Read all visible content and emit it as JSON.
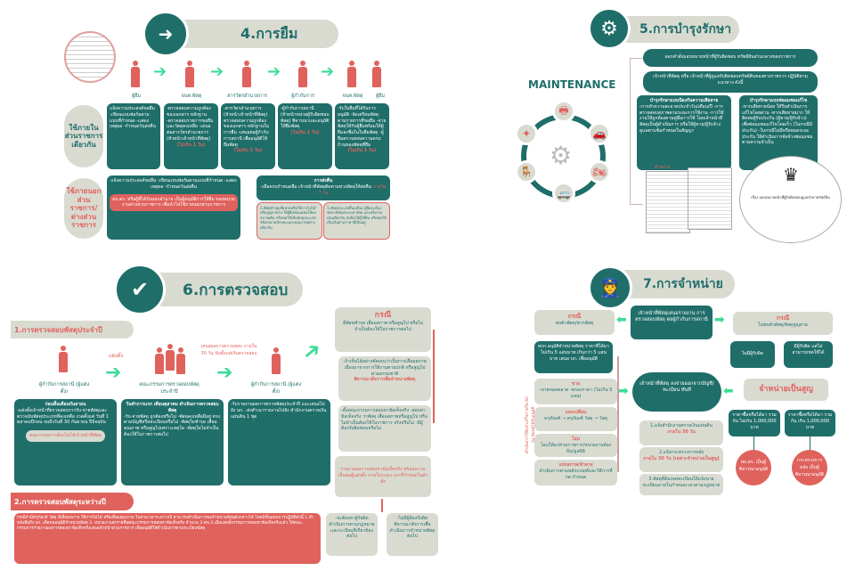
{
  "panel4": {
    "title": "4.การยืม",
    "icon": "hand-arrow-icon",
    "roles": [
      "ผู้ยืม",
      "จนท.พัสดุ",
      "สารวัตรอำนวยการ",
      "ผู้กำกับการ",
      "จนท.พัสดุ",
      "ผู้ยืม"
    ],
    "internal_label": "ใช้ภายในส่วนราชการเดียวกัน",
    "external_label": "ใช้ภายนอกส่วนราชการ/ต่างส่วนราชการ",
    "steps": [
      {
        "text": "แจ้งความประสงค์ขอยืม -เขียนแบบฟอร์มตามแบบที่กำหนด -แสดงเหตุผล -กำหนดวันส่งคืน",
        "time": ""
      },
      {
        "text": "-ตรวจสอบความถูกต้องของเอกสาร หลักฐาน -ตรวจสอบรายการขอยืมและวัสดุคงเหลือ -เสนอต่อสารวัตรอำนวยการ (หัวหน้าเจ้าหน้าที่พัสดุ)",
        "time": "(ไม่เกิน 1 วัน)"
      },
      {
        "text": "-สารวัตรอำนวยการ (หัวหน้าเจ้าหน้าที่พัสดุ) ตรวจสอบความถูกต้องของเอกสาร หลักฐานในการยืม -เสนอต่อผู้กำกับการสถานี เพื่ออนุมัติให้ยืมพัสดุ",
        "time": "(ไม่เกิน 1 วัน)"
      },
      {
        "text": "-ผู้กำกับการสถานี (หัวหน้าหน่วยผู้รับผิดชอบพัสดุ) พิจารณาและอนุมัติให้ยืมพัสดุ",
        "time": "(ไม่เกิน 1 วัน)"
      },
      {
        "text": "-รับใบยืมที่ได้รับการอนุมัติ -จัดเตรียมพัสดุตามรายการที่ขอยืม -จ่ายพัสดุให้กับผู้ยืมพร้อมให้ผู้ยืมลงชื่อในใบยืมพัสดุ -ผู้ยืมตรวจสอบความครบถ้วนของพัสดุที่ยืม",
        "time": "(ไม่เกิน 1 วัน)"
      }
    ],
    "external_box": "แจ้งความประสงค์ขอยืม -เขียนแบบฟอร์มตามแบบที่กำหนด -แสดงเหตุผล -กำหนดวันส่งคืน",
    "external_note": "ผบ.ตร. หรือผู้ที่ได้รับมอบอำนาจ เป็นผู้อนุมัติการให้ยืม ของหน่วยงานต่างส่วนราชการ เพื่อนำไปใช้ภายนอกส่วนราชการ",
    "return_title": "การส่งคืน",
    "return_text": "-เมื่อครบกำหนดยืม เจ้าหน้าที่พัสดุติดตามทวงพัสดุให้ส่งคืน",
    "return_time": "ภายใน 7 วัน",
    "return_cases": [
      "1.พัสดุชำรุดเสียหายหรือใช้การไม่ได้ หรือสูญหายไป ให้ผู้ยืมซ่อมแซมให้คงสภาพเดิม หรือชดใช้เป็นพัสดุประเภทชนิดขนาดลักษณะและคุณภาพอย่างเดียวกัน",
      "1.พัสดุประเภทสิ้นเปลือง ผู้ยืมจะต้องจัดหาพัสดุประเภท ชนิด และปริมาณเช่นเดียวกัน ส่งคืนให้ผู้ให้ยืม หรือชดใช้เป็นเงินตามราคาที่เป็นอยู่"
    ]
  },
  "panel5": {
    "title": "5.การบำรุงรักษา",
    "icon": "gears-wrench-icon",
    "maintenance_label": "MAINTENANCE",
    "order": "ออกคำสั่งมอบหมายหน้าที่ผู้รับผิดชอบ ทรัพย์สินส่วนกลางของราชการ",
    "officer": "เจ้าหน้าที่พัสดุ หรือ เจ้าหน้าที่ผู้ดูแลรับผิดชอบทรัพย์สินของทางราชการ ปฏิบัติตามแนวทาง ดังนี้",
    "preventive_title": "บำรุงรักษาแบบป้องกันความเสียหาย",
    "preventive": "-การทำความสะอาดประจำวัน/เดือน/ปี -การตรวจสอบสภาพตามระยะการใช้งาน -การใช้งานให้ถูกต้องตามคู่มือการใช้ โดยเจ้าหน้าที่พัสดุเป็นผู้ดำเนินการ หรือให้ผู้ขาย/ผู้รับจ้าง ดูแลตามข้อกำหนดในสัญญา",
    "repair_title": "บำรุงรักษาแบบซ่อมแซมแก้ไข",
    "repair": "-หากเสียหายน้อย ให้รีบดำเนินการแก้ไขโดยด่วน -หากเสียหายมาก ให้ติดต่อผู้รับประกัน (ผู้ขาย/ผู้รับจ้าง) เพื่อซ่อมแซมแก้ไขโดยเร็ว (ในกรณีมีประกัน) -ในกรณีไม่มีหรือหมดระยะประกัน ให้ดำเนินการจัดจ้างซ่อมแซม ตามความจำเป็น",
    "example_label": "ตัวอย่าง",
    "doc_title": "เรื่อง มอบหมายหน้าที่ผู้รับผิดชอบดูแลรักษาทรัพย์สิน"
  },
  "panel6": {
    "title": "6.การตรวจสอบ",
    "icon": "document-check-icon",
    "section1": "1.การตรวจสอบพัสดุประจำปี",
    "appoint": "แต่งตั้ง",
    "report_label": "เสนอผลการตรวจสอบ ภายใน 30 วัน นับตั้งแต่เริ่มตรวจสอบ",
    "roles": [
      "ผู้กำกับการสถานี (ผู้แต่งตั้ง)",
      "คณะกรรมการตรวจสอบพัสดุประจำปี",
      "ผู้กำกับการสถานี (ผู้แต่งตั้ง)"
    ],
    "box1_title": "ก่อนสิ้นเดือนกันยายน",
    "box1": "-แต่งตั้งเจ้าหน้าที่ตรวจสอบการรับ-จ่ายพัสดุและตรวจนับพัสดุประเภทที่คงเหลือ งวดตั้งแต่ วันที่ 1 ตุลาคมปีก่อน จนถึงวันที่ 30 กันยายน ปีปัจจุบัน",
    "box1_note": "คณะกรรมการต้องไม่ใช่เจ้าหน้าที่พัสดุ",
    "box2_title": "วันทำการแรก เดือนตุลาคม ดำเนินการตรวจสอบพัสดุ",
    "box2": "-รับ-จ่ายพัสดุ ถูกต้องหรือไม่ -พัสดุคงเหลือมีอยู่ ตรงตามบัญชีหรือทะเบียนหรือไม่ -พัสดุใดชำรุด เสื่อมคุณภาพ หรือสูญไปเพราะเหตุใด -พัสดุใดไม่จำเป็นต้องใช้ในราชการต่อไป",
    "box3": "-รับรายงานผลการตรวจพัสดุประจำปี และเสนอไปยัง บก. -ส่งสำเนารายงานไปยัง สำนักงานตรวจเงินแผ่นดิน 1 ชุด",
    "section2": "2.การตรวจสอบพัสดุระหว่างปี",
    "section2_text": "กรณีถ้ามีครุภัณฑ์ วัสดุ ที่เสื่อมสภาพ ใช้การไม่ได้ หรือเสื่อมคุณภาพ ในช่วงเวลาระหว่างปี สามารถดำเนินการขอจำหน่ายพัสดุดังกล่าวได้ โดยมีขั้นตอนการปฏิบัติดังนี้ 1.ทำหนังสือถึง บก. เพื่อขออนุมัติจำหน่ายพัสดุ 2. หน่วยงานส่งรายชื่อคณะกรรมการสอบหาข้อเท็จจริง จำนวน 3 คน 3.เมื่อแต่งตั้งกรรมการสอบหาข้อเท็จจริงแล้ว ให้คณะกรรมการรายงานผลการสอบหาข้อเท็จจริงเสนอหัวหน้าส่วนราชการ เพื่ออนุมัติให้ดำเนินการตามระเบียบพัสดุ",
    "case_title": "กรณี",
    "case": "มีพัสดุชำรุด เสื่อมสภาพ หรือสูญไป หรือไม่จำเป็นต้องใช้ในราชการต่อไป",
    "right2": "-ถ้าเห็นได้อย่างชัดเจนว่าเป็นการเสื่อมสภาพเนื่องมาจากการใช้งานตามปกติ หรือสูญไปตามธรรมชาติ",
    "right2_red": "พิจารณาสั่งการเพื่อจำหน่ายพัสดุ",
    "right3": "-ตั้งคณะกรรมการสอบหาข้อเท็จจริง -สอบหาข้อเท็จจริง ว่าพัสดุ เสื่อมสภาพหรือสูญไป หรือไม่จำเป็นต้องใช้ในราชการ จริงหรือไม่ -มีผู้ต้องรับผิดชอบหรือไม่",
    "right4": "รายงานผลการสอบหาข้อเท็จจริง พร้อมความเห็นต่อผู้แต่งตั้ง ภายในระยะเวลาที่กำหนดในคำสั่ง",
    "outcome_a": "-จะต้องหาผู้รับผิด ดำเนินการตามกฎหมายและระเบียบที่เกี่ยวข้องต่อไป",
    "outcome_b": "-ไม่มีผู้ต้องรับผิด พิจารณาสั่งการเพื่อดำเนินการจำหน่ายพัสดุต่อไป"
  },
  "panel7": {
    "title": "7.การจำหน่าย",
    "icon": "officer-icon",
    "center": "เจ้าหน้าที่พัสดุเสนอรายงาน การตรวจสอบพัสดุ ต่อผู้กำกับการสถานี",
    "case_left_title": "กรณี",
    "case_left": "พบตัวพัสดุ/ซากพัสดุ",
    "case_right_title": "กรณี",
    "case_right": "ไม่พบตัวพัสดุ/พัสดุสูญหาย",
    "approve": "ผกก.อนุมัติจำหน่ายพัสดุ ราคาที่ได้มา ไม่เกิน 5 แสนบาท เกินกว่า 5 แสนบาท เสนอ บก. เพื่ออนุมัติ",
    "side_label": "ดำเนินการให้แล้วเสร็จภายใน 60 วัน นับแต่ได้รับอนุมัติ",
    "methods": [
      {
        "title": "ขาย",
        "text": "-ขายทอดตลาด -ตกลงราคา (ไม่เกิน 5 แสน)"
      },
      {
        "title": "แลกเปลี่ยน",
        "text": "ครุภัณฑ์ → ครุภัณฑ์ วัสดุ → วัสดุ"
      },
      {
        "title": "โอน",
        "text": "โอนให้แก่ส่วนราชการ/หน่วยงานท้องถิ่น/มูลนิธิ"
      },
      {
        "title": "แปรสภาพ/ทำลาย",
        "text": "ดำเนินการตามหลักเกณฑ์และวิธีการที่ กค.กำหนด"
      }
    ],
    "writeoff": "เจ้าหน้าที่พัสดุ ลงจ่ายออกจากบัญชี/ทะเบียน ทันที",
    "steps": [
      {
        "text": "1.แจ้งสำนักงานตรวจเงินแผ่นดิน",
        "time": "ภายใน 30 วัน"
      },
      {
        "text": "2.แจ้งกระทรวงการคลัง",
        "time": "ภายใน 30 วัน (เฉพาะจำหน่ายเป็นสูญ)"
      },
      {
        "text": "3.พัสดุที่ต้องจดทะเบียนให้แจ้งนายทะเบียนภายในกำหนดเวลาตามกฎหมาย",
        "time": ""
      }
    ],
    "no_resp": "ไม่มีผู้รับผิด",
    "resp": "มีผู้รับผิด แต่ไม่สามารถชดใช้ได้",
    "lost": "จำหน่ายเป็นสูญ",
    "price_low": "ราคาซื้อหรือได้มา รวมกัน ไม่เกิน 1,000,000 บาท",
    "price_high": "ราคาซื้อหรือได้มา รวมกัน เกิน 1,000,000 บาท",
    "approver_low": "ผบ.ตร. เป็นผู้พิจารณาอนุมัติ",
    "approver_high": "กระทรวงการคลัง เป็นผู้พิจารณาอนุมัติ"
  },
  "colors": {
    "teal": "#1f6e6a",
    "beige": "#d9dbd1",
    "red": "#e0625d",
    "arrow": "#3ddc97"
  }
}
